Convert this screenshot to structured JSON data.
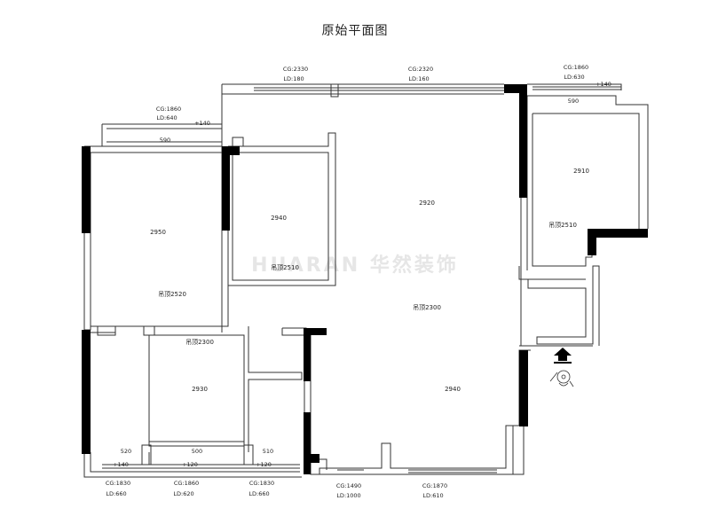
{
  "title": "原始平面图",
  "watermark": "HUARAN 华然装饰",
  "rooms": [
    {
      "id": "living",
      "area": "2920",
      "ceiling": "吊顶2300"
    },
    {
      "id": "bed-left",
      "area": "2950",
      "ceiling": "吊顶2520"
    },
    {
      "id": "bed-mid",
      "area": "2940",
      "ceiling": "吊顶2510"
    },
    {
      "id": "bed-right",
      "area": "2910",
      "ceiling": "吊顶2510"
    },
    {
      "id": "kitchen",
      "area": "2930",
      "ceiling": "吊顶2300"
    },
    {
      "id": "dining",
      "area": "2940"
    }
  ],
  "windows_top": [
    {
      "cg": "CG:1860",
      "ld": "LD:640"
    },
    {
      "cg": "CG:2330",
      "ld": "LD:180"
    },
    {
      "cg": "CG:2320",
      "ld": "LD:160"
    },
    {
      "cg": "CG:1860",
      "ld": "LD:630"
    }
  ],
  "windows_bottom": [
    {
      "cg": "CG:1830",
      "ld": "LD:660"
    },
    {
      "cg": "CG:1860",
      "ld": "LD:620"
    },
    {
      "cg": "CG:1830",
      "ld": "LD:660"
    },
    {
      "cg": "CG:1490",
      "ld": "LD:1000"
    },
    {
      "cg": "CG:1870",
      "ld": "LD:610"
    }
  ],
  "sill_heights": {
    "left_top": "590",
    "left_plus": "+140",
    "right_top": "590",
    "right_plus": "+140",
    "b1": "520",
    "b1_plus": "+140",
    "b2": "500",
    "b2_plus": "+120",
    "b3": "510",
    "b3_plus": "+120"
  },
  "colors": {
    "wall": "#000000",
    "line": "#333333",
    "watermark": "#e6e6e6"
  },
  "icons": [
    "entrance-arrow-icon",
    "compass-icon"
  ]
}
